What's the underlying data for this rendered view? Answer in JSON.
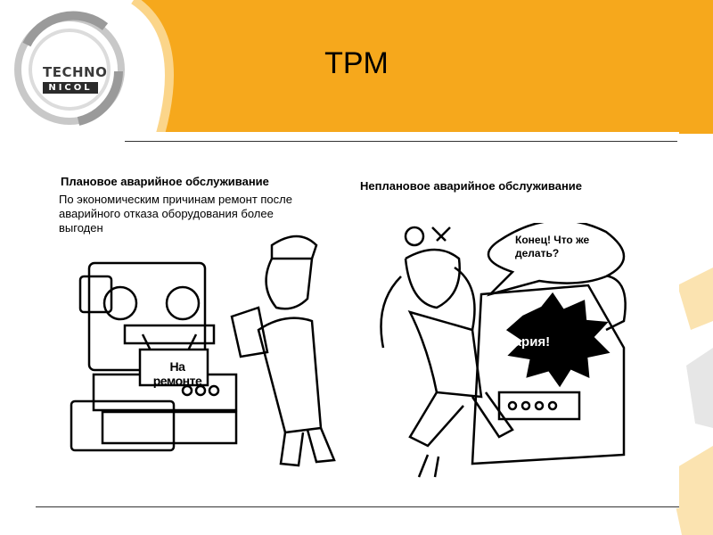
{
  "slide": {
    "title": "TPM"
  },
  "logo": {
    "line1": "TECHNO",
    "line2": "NICOL"
  },
  "left_panel": {
    "heading": "Плановое аварийное обслуживание",
    "description": "По экономическим причинам ремонт после аварийного отказа оборудования более выгоден",
    "sign_text": "На ремонте"
  },
  "right_panel": {
    "heading": "Неплановое аварийное обслуживание",
    "speech_bubble": "Конец! Что же делать?",
    "burst_text": "Авария!"
  },
  "colors": {
    "header_orange": "#f6a81c",
    "logo_gray": "#9a9a9a"
  }
}
